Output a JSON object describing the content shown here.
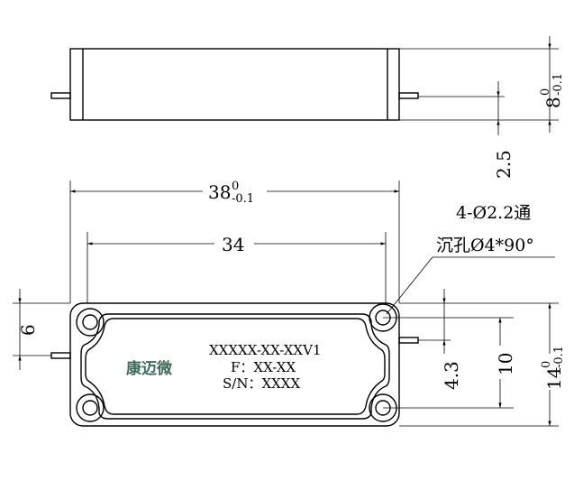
{
  "side_view": {
    "height_dim": {
      "value": "8",
      "upper_tol": "0",
      "lower_tol": "-0.1"
    },
    "pin_dim": {
      "value": "2.5"
    }
  },
  "top_view": {
    "length_dim": {
      "value": "38",
      "upper_tol": "0",
      "lower_tol": "-0.1"
    },
    "hole_spacing_dim": {
      "value": "34"
    },
    "left_pin_dim": {
      "value": "6"
    },
    "pin_offset_dim": {
      "value": "4.3"
    },
    "hole_vspacing_dim": {
      "value": "10"
    },
    "width_dim": {
      "value": "14",
      "upper_tol": "0",
      "lower_tol": "-0.1"
    },
    "hole_note_line1": "4-Ø2.2通",
    "hole_note_line2": "沉孔Ø4*90°",
    "label": {
      "brand": "康迈微",
      "model": "XXXXX-XX-XXV1",
      "freq": "F：XX-XX",
      "serial": "S/N：XXXX"
    }
  },
  "colors": {
    "line": "#000000",
    "brand": "#3f6b5a"
  }
}
